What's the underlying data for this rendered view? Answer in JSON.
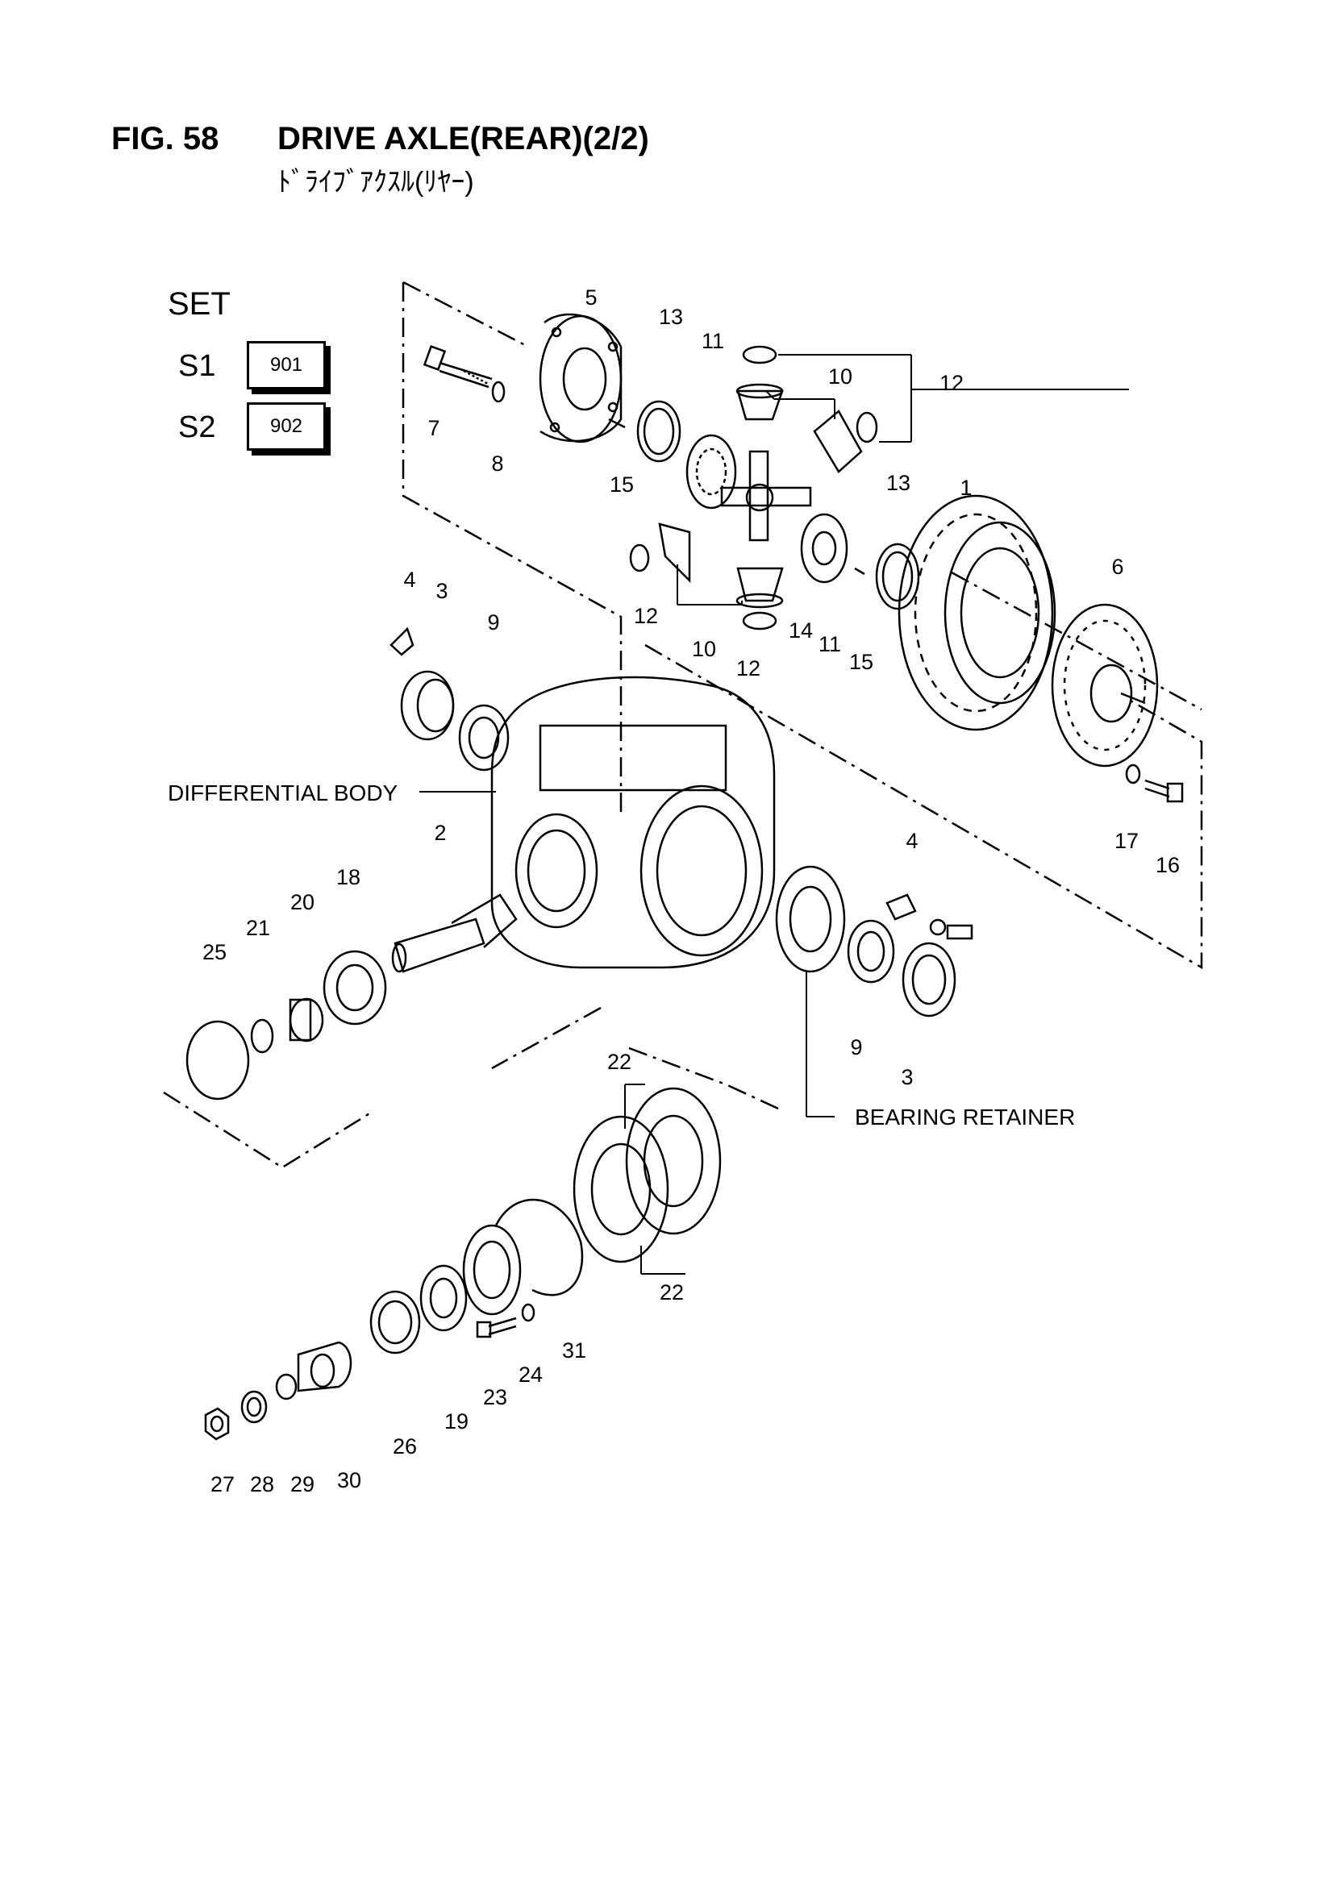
{
  "header": {
    "figure_number": "FIG. 58",
    "title": "DRIVE AXLE(REAR)(2/2)",
    "subtitle": "ﾄﾞﾗｲﾌﾞｱｸｽﾙ(ﾘﾔｰ)"
  },
  "set_legend": {
    "title": "SET",
    "rows": [
      {
        "code": "S1",
        "part": "901"
      },
      {
        "code": "S2",
        "part": "902"
      }
    ]
  },
  "callouts": {
    "differential_body": "DIFFERENTIAL BODY",
    "bearing_retainer": "BEARING RETAINER"
  },
  "part_numbers": {
    "p1": "1",
    "p2": "2",
    "p3a": "3",
    "p3b": "3",
    "p4a": "4",
    "p4b": "4",
    "p5": "5",
    "p6": "6",
    "p7": "7",
    "p8": "8",
    "p9a": "9",
    "p9b": "9",
    "p10a": "10",
    "p10b": "10",
    "p11a": "11",
    "p11b": "11",
    "p12a": "12",
    "p12b": "12",
    "p12c": "12",
    "p13a": "13",
    "p13b": "13",
    "p14": "14",
    "p15a": "15",
    "p15b": "15",
    "p16": "16",
    "p17": "17",
    "p18": "18",
    "p19": "19",
    "p20": "20",
    "p21": "21",
    "p22a": "22",
    "p22b": "22",
    "p23": "23",
    "p24": "24",
    "p25": "25",
    "p26": "26",
    "p27": "27",
    "p28": "28",
    "p29": "29",
    "p30": "30",
    "p31": "31"
  }
}
